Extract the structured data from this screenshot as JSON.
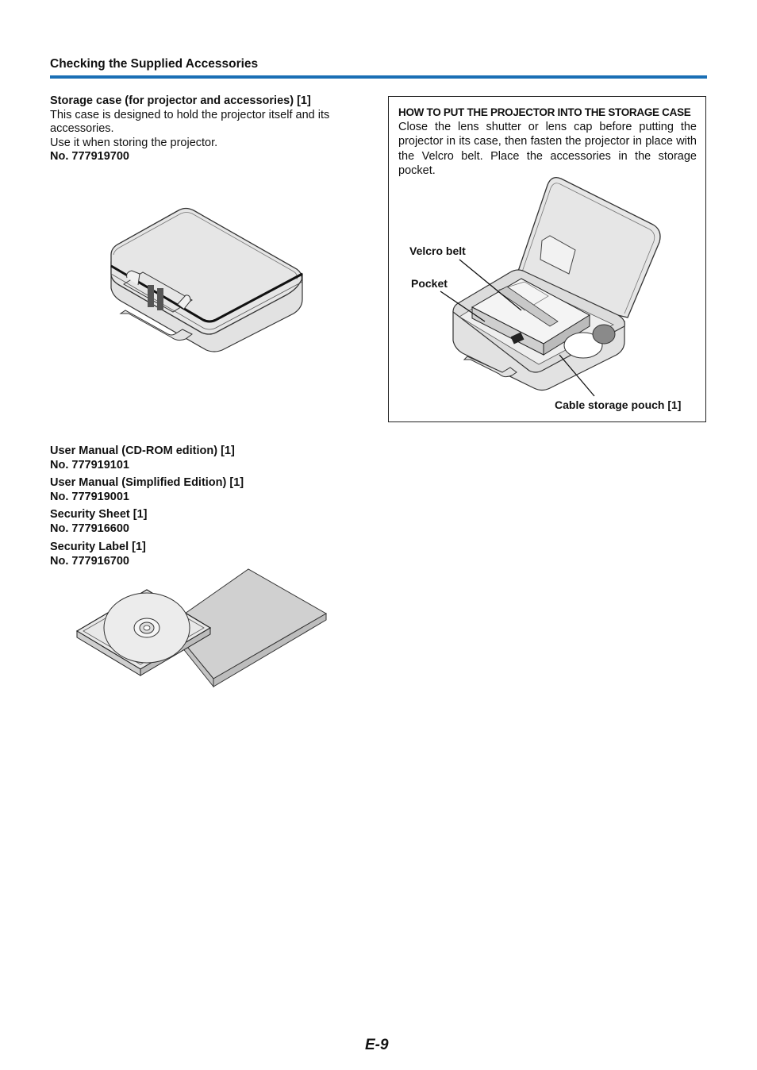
{
  "section": {
    "title": "Checking the Supplied Accessories"
  },
  "storage_case": {
    "heading": "Storage case (for projector and accessories) [1]",
    "desc1": "This case is designed to hold the projector itself and its",
    "desc2": "accessories.",
    "desc3": "Use it when storing the projector.",
    "number": "No. 777919700"
  },
  "howto": {
    "title": "HOW TO PUT THE PROJECTOR INTO THE STORAGE CASE",
    "text": "Close the lens shutter or lens cap before putting the projector in its case, then fasten the projector in place with the Velcro belt. Place the accessories in the storage pocket.",
    "callouts": {
      "velcro": "Velcro belt",
      "pocket": "Pocket",
      "pouch": "Cable storage pouch [1]"
    }
  },
  "items": [
    {
      "name": "User Manual (CD-ROM edition) [1]",
      "number": "No. 777919101"
    },
    {
      "name": "User Manual (Simplified Edition) [1]",
      "number": "No. 777919001"
    },
    {
      "name": "Security Sheet [1]",
      "number": "No. 777916600"
    },
    {
      "name": "Security Label [1]",
      "number": "No. 777916700"
    }
  ],
  "page": {
    "number": "E-9"
  },
  "colors": {
    "rule": "#1a6fb5",
    "case_fill": "#e2e2e2",
    "manual_fill": "#d0d0d0"
  }
}
